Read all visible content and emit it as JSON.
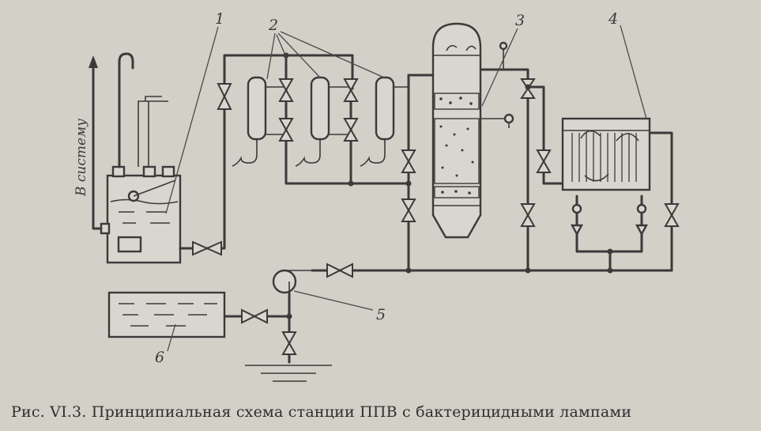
{
  "labels": {
    "n1": "1",
    "n2": "2",
    "n3": "3",
    "n4": "4",
    "n5": "5",
    "n6": "6",
    "side": "В систему"
  },
  "caption": "Рис. VI.3. Принципиальная схема станции ППВ  с бактерицидными лампами"
}
